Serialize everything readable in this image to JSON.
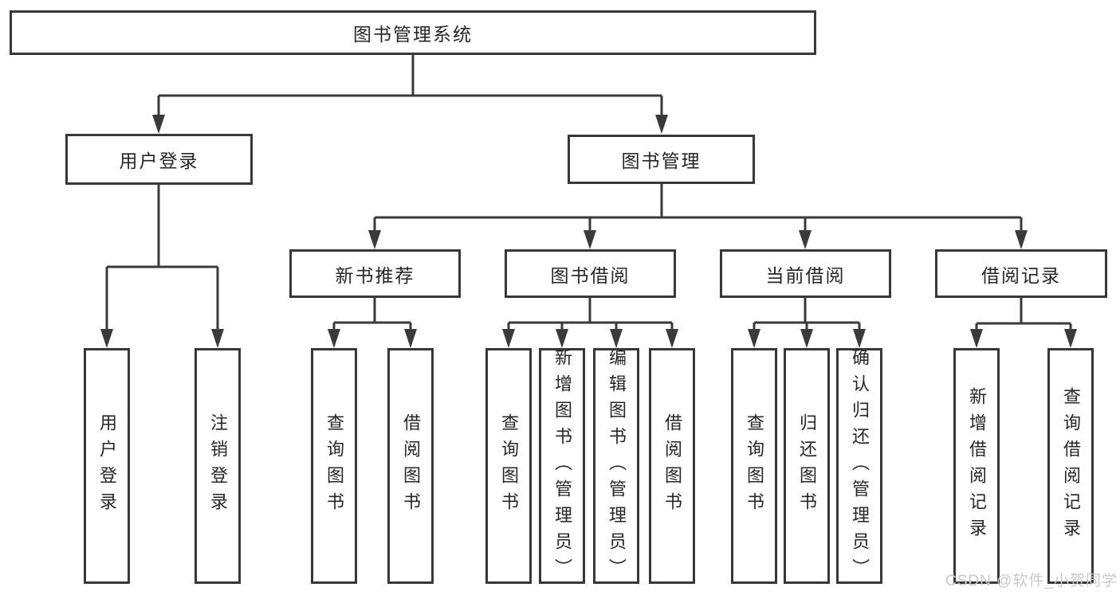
{
  "diagram": {
    "type": "tree",
    "root": {
      "label": "图书管理系统",
      "children": [
        {
          "label": "用户登录",
          "children": [
            {
              "label": "用户登录"
            },
            {
              "label": "注销登录"
            }
          ]
        },
        {
          "label": "图书管理",
          "children": [
            {
              "label": "新书推荐",
              "children": [
                {
                  "label": "查询图书"
                },
                {
                  "label": "借阅图书"
                }
              ]
            },
            {
              "label": "图书借阅",
              "children": [
                {
                  "label": "查询图书"
                },
                {
                  "label": "新增图书（管理员）"
                },
                {
                  "label": "编辑图书（管理员）"
                },
                {
                  "label": "借阅图书"
                }
              ]
            },
            {
              "label": "当前借阅",
              "children": [
                {
                  "label": "查询图书"
                },
                {
                  "label": "归还图书"
                },
                {
                  "label": "确认归还（管理员）"
                }
              ]
            },
            {
              "label": "借阅记录",
              "children": [
                {
                  "label": "新增借阅记录"
                },
                {
                  "label": "查询借阅记录"
                }
              ]
            }
          ]
        }
      ]
    }
  },
  "watermark": {
    "text": "CSDN @软件_小贺同学"
  },
  "colors": {
    "line": "#3a3a3a",
    "box_border": "#383838",
    "text": "#262626",
    "background": "#ffffff",
    "watermark": "#c9c9c9"
  }
}
